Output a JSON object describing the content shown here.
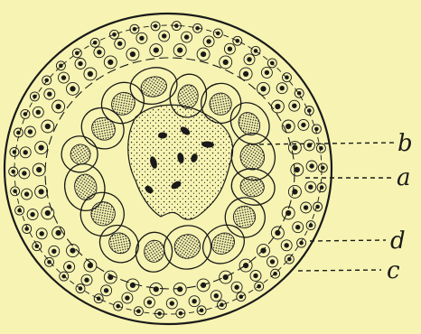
{
  "labels": {
    "b": "b",
    "a": "a",
    "d": "d",
    "c": "c"
  }
}
